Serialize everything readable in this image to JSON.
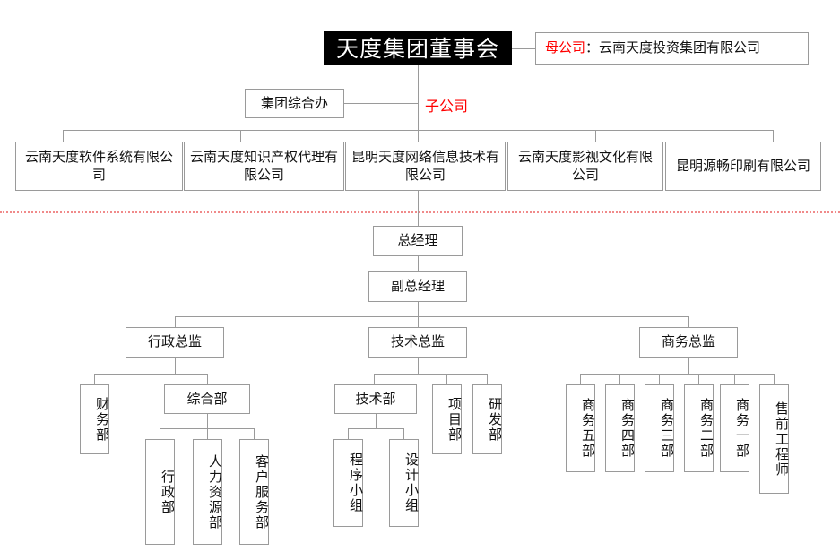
{
  "colors": {
    "accent_red": "#ff0000",
    "divider": "#f08a8a",
    "box_border": "#9a9a9a",
    "root_bg": "#000000",
    "background": "#ffffff"
  },
  "root": {
    "label": "天度集团董事会"
  },
  "legend": {
    "parent_company": {
      "prefix": "母公司",
      "separator": "：",
      "value": "云南天度投资集团有限公司"
    },
    "subsidiary_tag": "子公司"
  },
  "group_office": {
    "label": "集团综合办"
  },
  "subsidiaries": [
    {
      "label": "云南天度软件系统有限公司"
    },
    {
      "label": "云南天度知识产权代理有限公司"
    },
    {
      "label": "昆明天度网络信息技术有限公司"
    },
    {
      "label": "云南天度影视文化有限公司"
    },
    {
      "label": "昆明源畅印刷有限公司"
    }
  ],
  "management": {
    "general_manager": {
      "label": "总经理"
    },
    "deputy_general_manager": {
      "label": "副总经理"
    }
  },
  "directors": [
    {
      "label": "行政总监"
    },
    {
      "label": "技术总监"
    },
    {
      "label": "商务总监"
    }
  ],
  "admin_branch": {
    "finance": {
      "label": "财务部"
    },
    "general_affairs": {
      "label": "综合部"
    },
    "children": [
      {
        "label": "行政部"
      },
      {
        "label": "人力资源部"
      },
      {
        "label": "客户服务部"
      }
    ]
  },
  "tech_branch": {
    "tech_dept": {
      "label": "技术部"
    },
    "tech_groups": [
      {
        "label": "程序小组"
      },
      {
        "label": "设计小组"
      }
    ],
    "siblings": [
      {
        "label": "项目部"
      },
      {
        "label": "研发部"
      }
    ]
  },
  "business_branch": {
    "units": [
      {
        "label": "商务五部"
      },
      {
        "label": "商务四部"
      },
      {
        "label": "商务三部"
      },
      {
        "label": "商务二部"
      },
      {
        "label": "商务一部"
      },
      {
        "label": "售前工程师"
      }
    ]
  }
}
